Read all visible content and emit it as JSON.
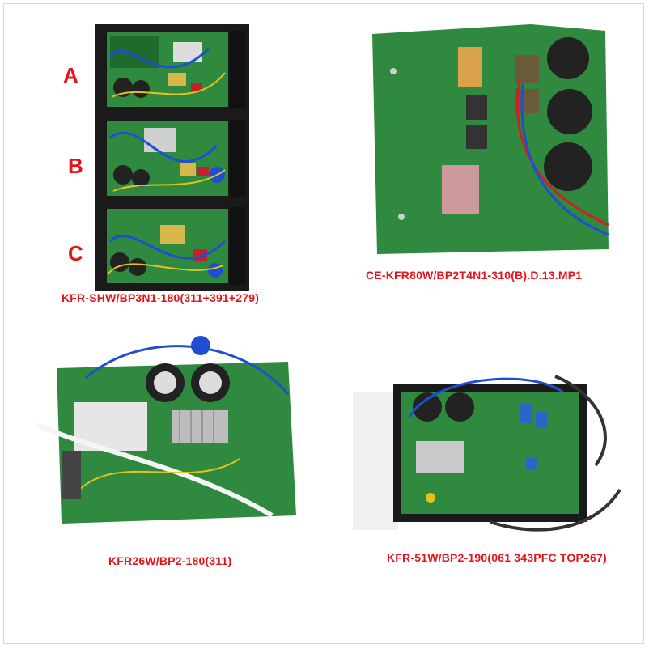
{
  "colors": {
    "caption": "#e5141b",
    "pcb_green": "#2f8a3f",
    "pcb_dark": "#1f6b2e",
    "housing": "#1a1a1a",
    "capacitor": "#222222",
    "wire_blue": "#1f4fd1",
    "wire_yellow": "#e3c31b",
    "wire_red": "#d21f1f",
    "heatsink": "#c9c9c9"
  },
  "panels": {
    "top_left": {
      "labels": [
        "A",
        "B",
        "C"
      ],
      "caption": "KFR-SHW/BP3N1-180(311+391+279)"
    },
    "top_right": {
      "caption": "CE-KFR80W/BP2T4N1-310(B).D.13.MP1"
    },
    "bottom_left": {
      "caption": "KFR26W/BP2-180(311)"
    },
    "bottom_right": {
      "caption": "KFR-51W/BP2-190(061 343PFC TOP267)"
    }
  }
}
